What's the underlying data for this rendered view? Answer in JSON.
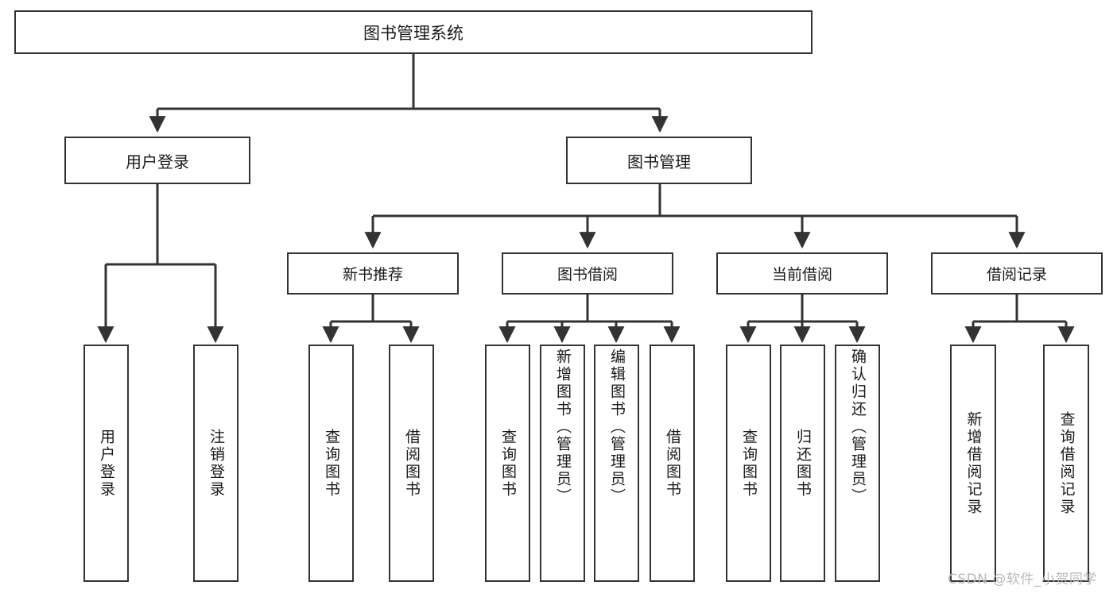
{
  "diagram": {
    "title": "图书管理系统",
    "type": "hierarchy-tree",
    "colors": {
      "border": "#333333",
      "background": "#ffffff",
      "text": "#1a1a1a",
      "watermark": "#b9b9b9"
    },
    "root": {
      "label": "图书管理系统"
    },
    "level2": [
      {
        "label": "用户登录"
      },
      {
        "label": "图书管理"
      }
    ],
    "level3": [
      {
        "label": "新书推荐"
      },
      {
        "label": "图书借阅"
      },
      {
        "label": "当前借阅"
      },
      {
        "label": "借阅记录"
      }
    ],
    "leaves": {
      "user_login": [
        {
          "label": "用户登录"
        },
        {
          "label": "注销登录"
        }
      ],
      "new_book_recommend": [
        {
          "label": "查询图书"
        },
        {
          "label": "借阅图书"
        }
      ],
      "book_borrow": [
        {
          "label": "查询图书"
        },
        {
          "label": "新增图书（管理员）"
        },
        {
          "label": "编辑图书（管理员）"
        },
        {
          "label": "借阅图书"
        }
      ],
      "current_borrow": [
        {
          "label": "查询图书"
        },
        {
          "label": "归还图书"
        },
        {
          "label": "确认归还（管理员）"
        }
      ],
      "borrow_record": [
        {
          "label": "新增借阅记录"
        },
        {
          "label": "查询借阅记录"
        }
      ]
    }
  },
  "watermark": {
    "text": "CSDN @软件_小贺同学"
  }
}
